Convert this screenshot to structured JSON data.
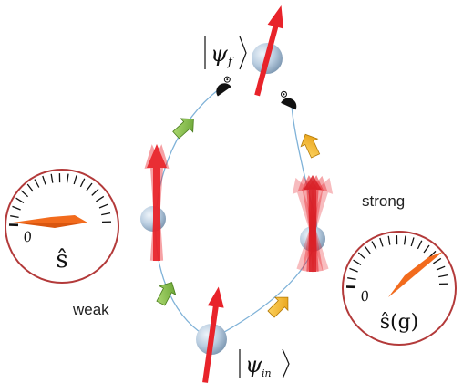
{
  "labels": {
    "weak": "weak",
    "strong": "strong"
  },
  "kets": {
    "final_symbol": "ψ",
    "final_subscript": "f",
    "initial_symbol": "ψ",
    "initial_subscript": "in"
  },
  "meters": {
    "left": {
      "symbol": "ŝ",
      "zero": "0"
    },
    "right": {
      "symbol": "ŝ(g)",
      "zero": "0"
    }
  },
  "colors": {
    "loop": "#7fb2d8",
    "spin_arrow": "#e8232a",
    "ball": "#b9cde0",
    "dial_border": "#b33a3a",
    "needle": "#f26b1d",
    "arrow_green": "#7fbf3f",
    "arrow_yellow": "#f4b41b"
  }
}
